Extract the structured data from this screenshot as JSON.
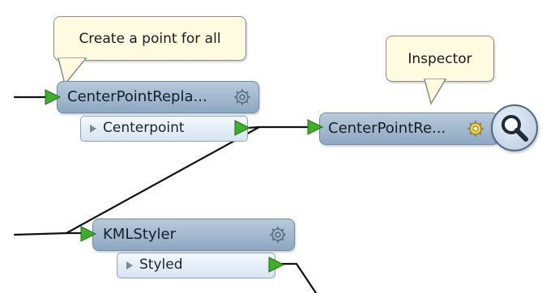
{
  "annotations": {
    "first": "Create a point for all",
    "second": "Inspector"
  },
  "transformers": {
    "center_point_replacer": {
      "label": "CenterPointRepla...",
      "output_port": "Centerpoint"
    },
    "center_point_replacer_2": {
      "label": "CenterPointRe..."
    },
    "kml_styler": {
      "label": "KMLStyler",
      "output_port": "Styled"
    }
  },
  "icons": {
    "gear": "gear-icon",
    "triangle": "expand-triangle-icon",
    "port_arrow": "green-port-arrow-icon",
    "inspector": "magnifier-icon"
  },
  "colors": {
    "transformer": "#9fb6cd",
    "port": "#e4edf7",
    "connector_arrow": "#3fae2a",
    "annotation": "#fffbe0",
    "gear_yellow": "#f2d24a"
  }
}
